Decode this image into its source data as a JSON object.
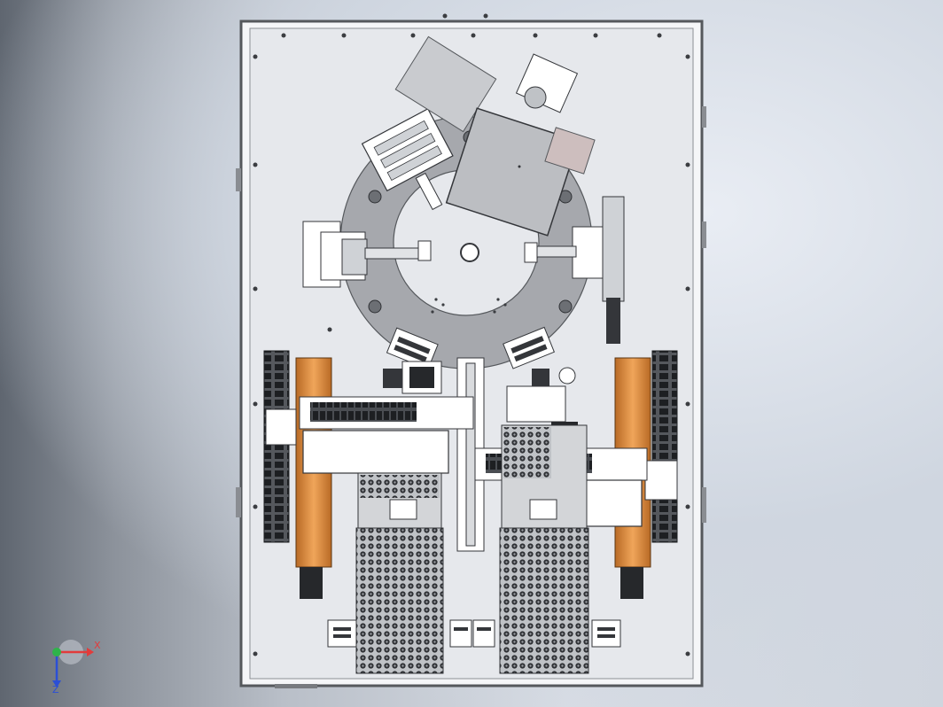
{
  "viewport": {
    "model_view": "3d-model-top-view"
  },
  "triad": {
    "x_label": "X",
    "z_label": "Z",
    "x_color": "#e23b3b",
    "y_color": "#2fb34a",
    "z_color": "#2b4fd6"
  },
  "colors": {
    "plate": "#e6e8ec",
    "frame": "#6d7075",
    "metal": "#a9acb1",
    "dark": "#34363a",
    "copper": "#d98a3c",
    "white": "#ffffff"
  }
}
